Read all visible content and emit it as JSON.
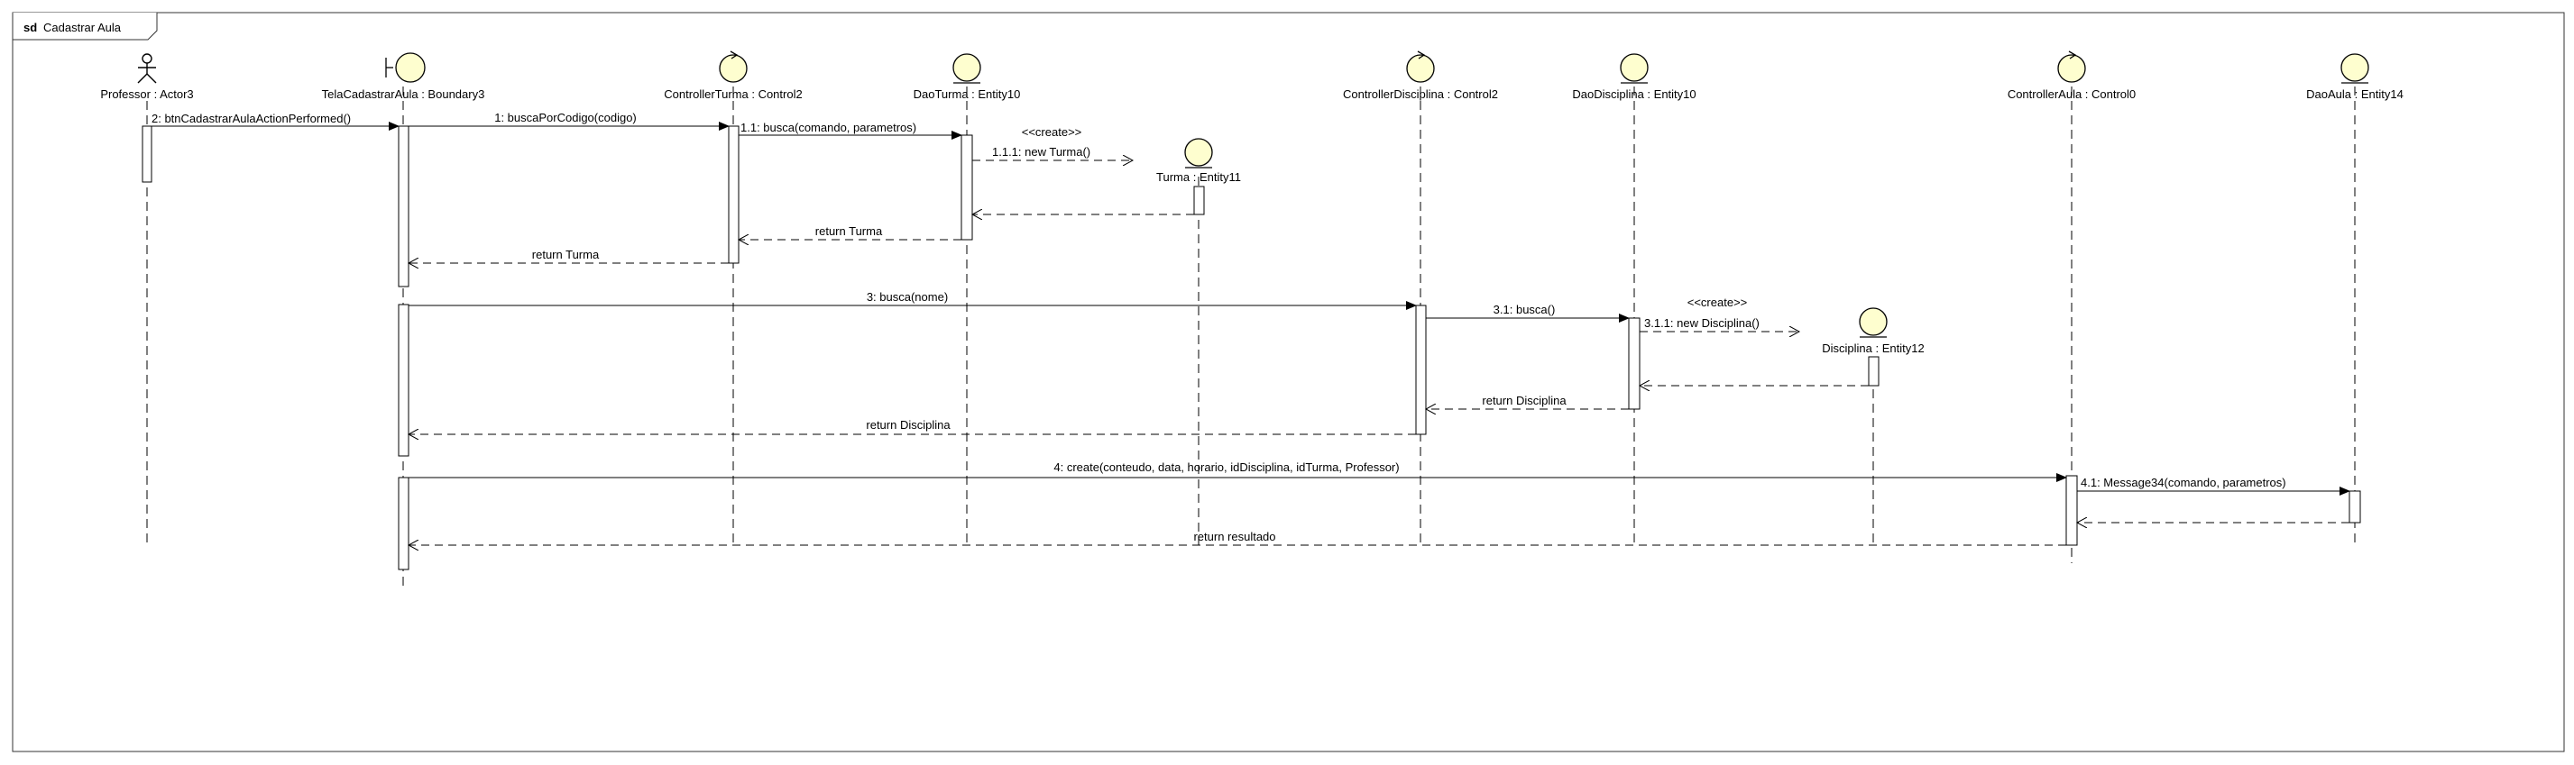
{
  "frame": {
    "keyword": "sd",
    "title": "Cadastrar Aula"
  },
  "colors": {
    "lifeline_fill": "#fefecf",
    "stroke": "#000000",
    "background": "#ffffff"
  },
  "participants": [
    {
      "id": "professor",
      "kind": "actor",
      "label": "Professor : Actor3"
    },
    {
      "id": "tela",
      "kind": "boundary",
      "label": "TelaCadastrarAula : Boundary3"
    },
    {
      "id": "ctrlTurma",
      "kind": "control",
      "label": "ControllerTurma : Control2"
    },
    {
      "id": "daoTurma",
      "kind": "entity",
      "label": "DaoTurma : Entity10"
    },
    {
      "id": "turma",
      "kind": "entity",
      "label": "Turma : Entity11"
    },
    {
      "id": "ctrlDisc",
      "kind": "control",
      "label": "ControllerDisciplina : Control2"
    },
    {
      "id": "daoDisc",
      "kind": "entity",
      "label": "DaoDisciplina : Entity10"
    },
    {
      "id": "disc",
      "kind": "entity",
      "label": "Disciplina : Entity12"
    },
    {
      "id": "ctrlAula",
      "kind": "control",
      "label": "ControllerAula : Control0"
    },
    {
      "id": "daoAula",
      "kind": "entity",
      "label": "DaoAula : Entity14"
    }
  ],
  "messages": [
    {
      "label": "2: btnCadastrarAulaActionPerformed()",
      "type": "sync"
    },
    {
      "label": "1: buscaPorCodigo(codigo)",
      "type": "sync"
    },
    {
      "label": "1.1: busca(comando, parametros)",
      "type": "sync"
    },
    {
      "label": "1.1.1: new Turma()",
      "stereotype": "<<create>>",
      "type": "create"
    },
    {
      "label": "",
      "type": "return"
    },
    {
      "label": "return Turma",
      "type": "return"
    },
    {
      "label": "return Turma",
      "type": "return"
    },
    {
      "label": "3: busca(nome)",
      "type": "sync"
    },
    {
      "label": "3.1: busca()",
      "type": "sync"
    },
    {
      "label": "3.1.1: new Disciplina()",
      "stereotype": "<<create>>",
      "type": "create"
    },
    {
      "label": "",
      "type": "return"
    },
    {
      "label": "return Disciplina",
      "type": "return"
    },
    {
      "label": "return Disciplina",
      "type": "return"
    },
    {
      "label": "4: create(conteudo, data, horario, idDisciplina, idTurma, Professor)",
      "type": "sync"
    },
    {
      "label": "4.1: Message34(comando, parametros)",
      "type": "sync"
    },
    {
      "label": "",
      "type": "return"
    },
    {
      "label": "return resultado",
      "type": "return"
    }
  ]
}
